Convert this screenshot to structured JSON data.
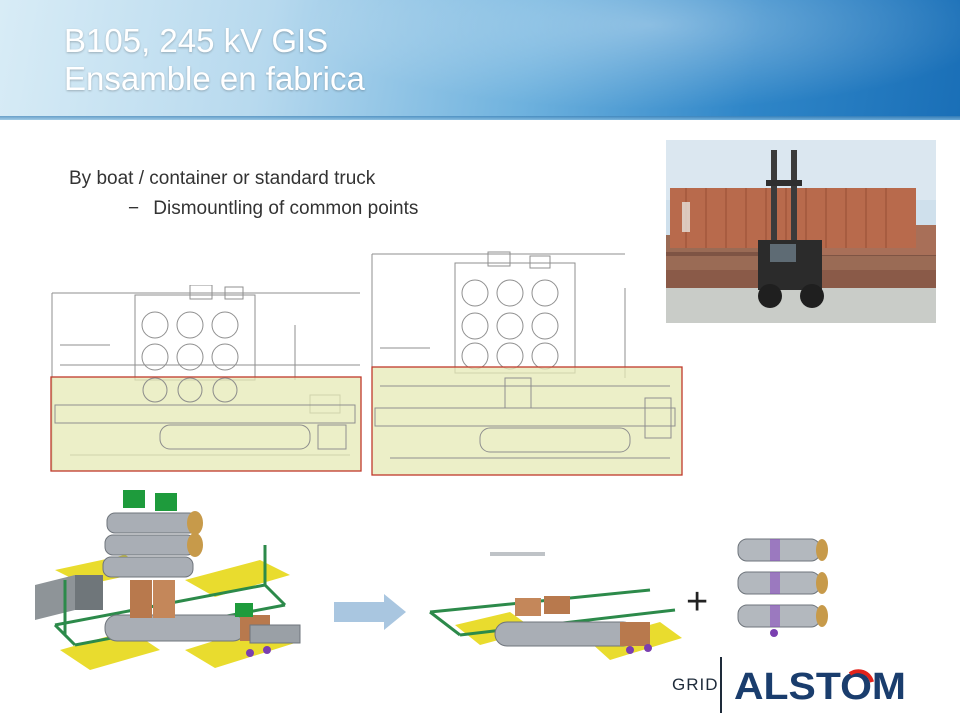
{
  "slide": {
    "title_line1": "B105, 245 kV GIS",
    "title_line2": "Ensamble en fabrica",
    "bullet_main": "By boat / container or standard truck",
    "bullet_sub_marker": "−",
    "bullet_sub": "Dismountling of common points",
    "plus_sign": "+"
  },
  "logo": {
    "grid_text": "GRID",
    "brand_text": "ALSTOM",
    "brand_color": "#1a3d6d",
    "accent_color": "#e2231a"
  },
  "colors": {
    "header_dark": "#1a6fb7",
    "highlight_fill": "#e8ecb8",
    "highlight_border": "#c0392b",
    "arrow": "#a9c6e0"
  },
  "icons": {
    "arrow": "right-arrow-icon",
    "plus": "plus-icon"
  }
}
